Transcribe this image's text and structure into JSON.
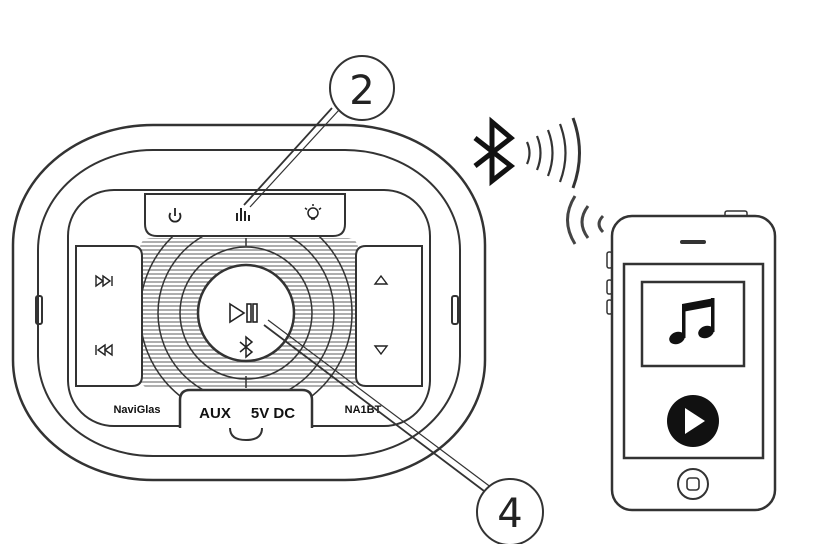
{
  "callouts": {
    "top": "2",
    "bottom": "4"
  },
  "panel_labels": {
    "bottom_left": "NaviGlas",
    "aux": "AUX",
    "dc": "5V DC",
    "bottom_right": "NA1BT"
  },
  "icons": {
    "top_left_button": "power-icon",
    "top_center_button": "equalizer-icon",
    "top_right_button": "light-bulb-icon",
    "left_upper_button": "next-track-icon",
    "left_lower_button": "previous-track-icon",
    "right_upper_button": "volume-up-triangle-icon",
    "right_lower_button": "volume-down-triangle-icon",
    "center_button": "play-pause-icon",
    "center_badge": "bluetooth-icon",
    "wireless_symbol": "bluetooth-icon",
    "phone_screen": "music-note-icon",
    "phone_button": "play-button-icon"
  },
  "colors": {
    "line": "#333333",
    "fill": "#ffffff"
  }
}
